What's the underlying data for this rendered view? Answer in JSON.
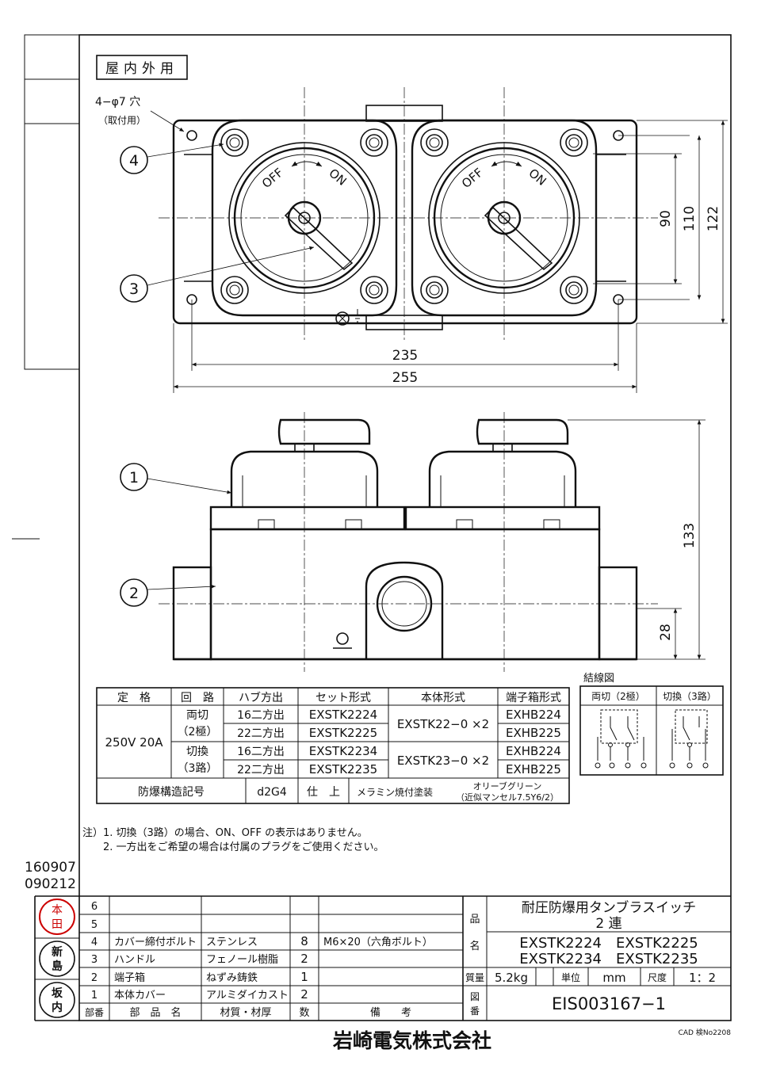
{
  "header": {
    "usage_label": "屋内外用",
    "hole_note": "4−φ7 穴",
    "hole_sub": "（取付用）"
  },
  "callouts": [
    "4",
    "3",
    "1",
    "2"
  ],
  "switch_face": {
    "off": "OFF",
    "on": "ON"
  },
  "dimensions": {
    "d90": "90",
    "d110": "110",
    "d122": "122",
    "d235": "235",
    "d255": "255",
    "d133": "133",
    "d28": "28"
  },
  "spec_table": {
    "headers": [
      "定　格",
      "回　路",
      "ハブ方出",
      "セット形式",
      "本体形式",
      "端子箱形式"
    ],
    "rating": "250V 20A",
    "circuit_a": [
      "両切",
      "（2極）"
    ],
    "circuit_b": [
      "切換",
      "（3路）"
    ],
    "hubs": [
      "16二方出",
      "22二方出",
      "16二方出",
      "22二方出"
    ],
    "sets": [
      "EXSTK2224",
      "EXSTK2225",
      "EXSTK2234",
      "EXSTK2235"
    ],
    "bodies": [
      "EXSTK22−0 ×2",
      "EXSTK23−0 ×2"
    ],
    "terminals": [
      "EXHB224",
      "EXHB225",
      "EXHB224",
      "EXHB225"
    ],
    "explosion_label": "防爆構造記号",
    "explosion_code": "d2G4",
    "finish_label": "仕　上",
    "finish_value": "メラミン焼付塗装",
    "color_line1": "オリーブグリーン",
    "color_line2": "（近似マンセル7.5Y6/2）"
  },
  "wiring": {
    "title": "結線図",
    "col1": "両切（2極）",
    "col2": "切換（3路）"
  },
  "notes": [
    "注）1. 切換（3路）の場合、ON、OFF の表示はありません。",
    "2. 一方出をご希望の場合は付属のプラグをご使用ください。"
  ],
  "revisions": [
    "160907",
    "090212"
  ],
  "stamps": [
    "本田",
    "新島",
    "坂内"
  ],
  "parts": {
    "rows": [
      {
        "no": "6",
        "name": "",
        "mat": "",
        "qty": "",
        "note": ""
      },
      {
        "no": "5",
        "name": "",
        "mat": "",
        "qty": "",
        "note": ""
      },
      {
        "no": "4",
        "name": "カバー締付ボルト",
        "mat": "ステンレス",
        "qty": "8",
        "note": "M6×20（六角ボルト）"
      },
      {
        "no": "3",
        "name": "ハンドル",
        "mat": "フェノール樹脂",
        "qty": "2",
        "note": ""
      },
      {
        "no": "2",
        "name": "端子箱",
        "mat": "ねずみ鋳鉄",
        "qty": "1",
        "note": ""
      },
      {
        "no": "1",
        "name": "本体カバー",
        "mat": "アルミダイカスト",
        "qty": "2",
        "note": ""
      }
    ],
    "footer": [
      "部番",
      "部　品　名",
      "材質・材厚",
      "数",
      "備　　考"
    ]
  },
  "title_block": {
    "name_label": "品",
    "name_label2": "名",
    "product_line1": "耐圧防爆用タンブラスイッチ",
    "product_line2": "2 連",
    "models_1": "EXSTK2224　EXSTK2225",
    "models_2": "EXSTK2234　EXSTK2235",
    "mass_label": "質量",
    "mass": "5.2kg",
    "unit_label": "単位",
    "unit": "mm",
    "scale_label": "尺度",
    "scale": "1：2",
    "drawing_label": "図",
    "drawing_label2": "番",
    "drawing_no": "EIS003167−1"
  },
  "company": "岩崎電気株式会社",
  "cad_note": "CAD 検No2208"
}
